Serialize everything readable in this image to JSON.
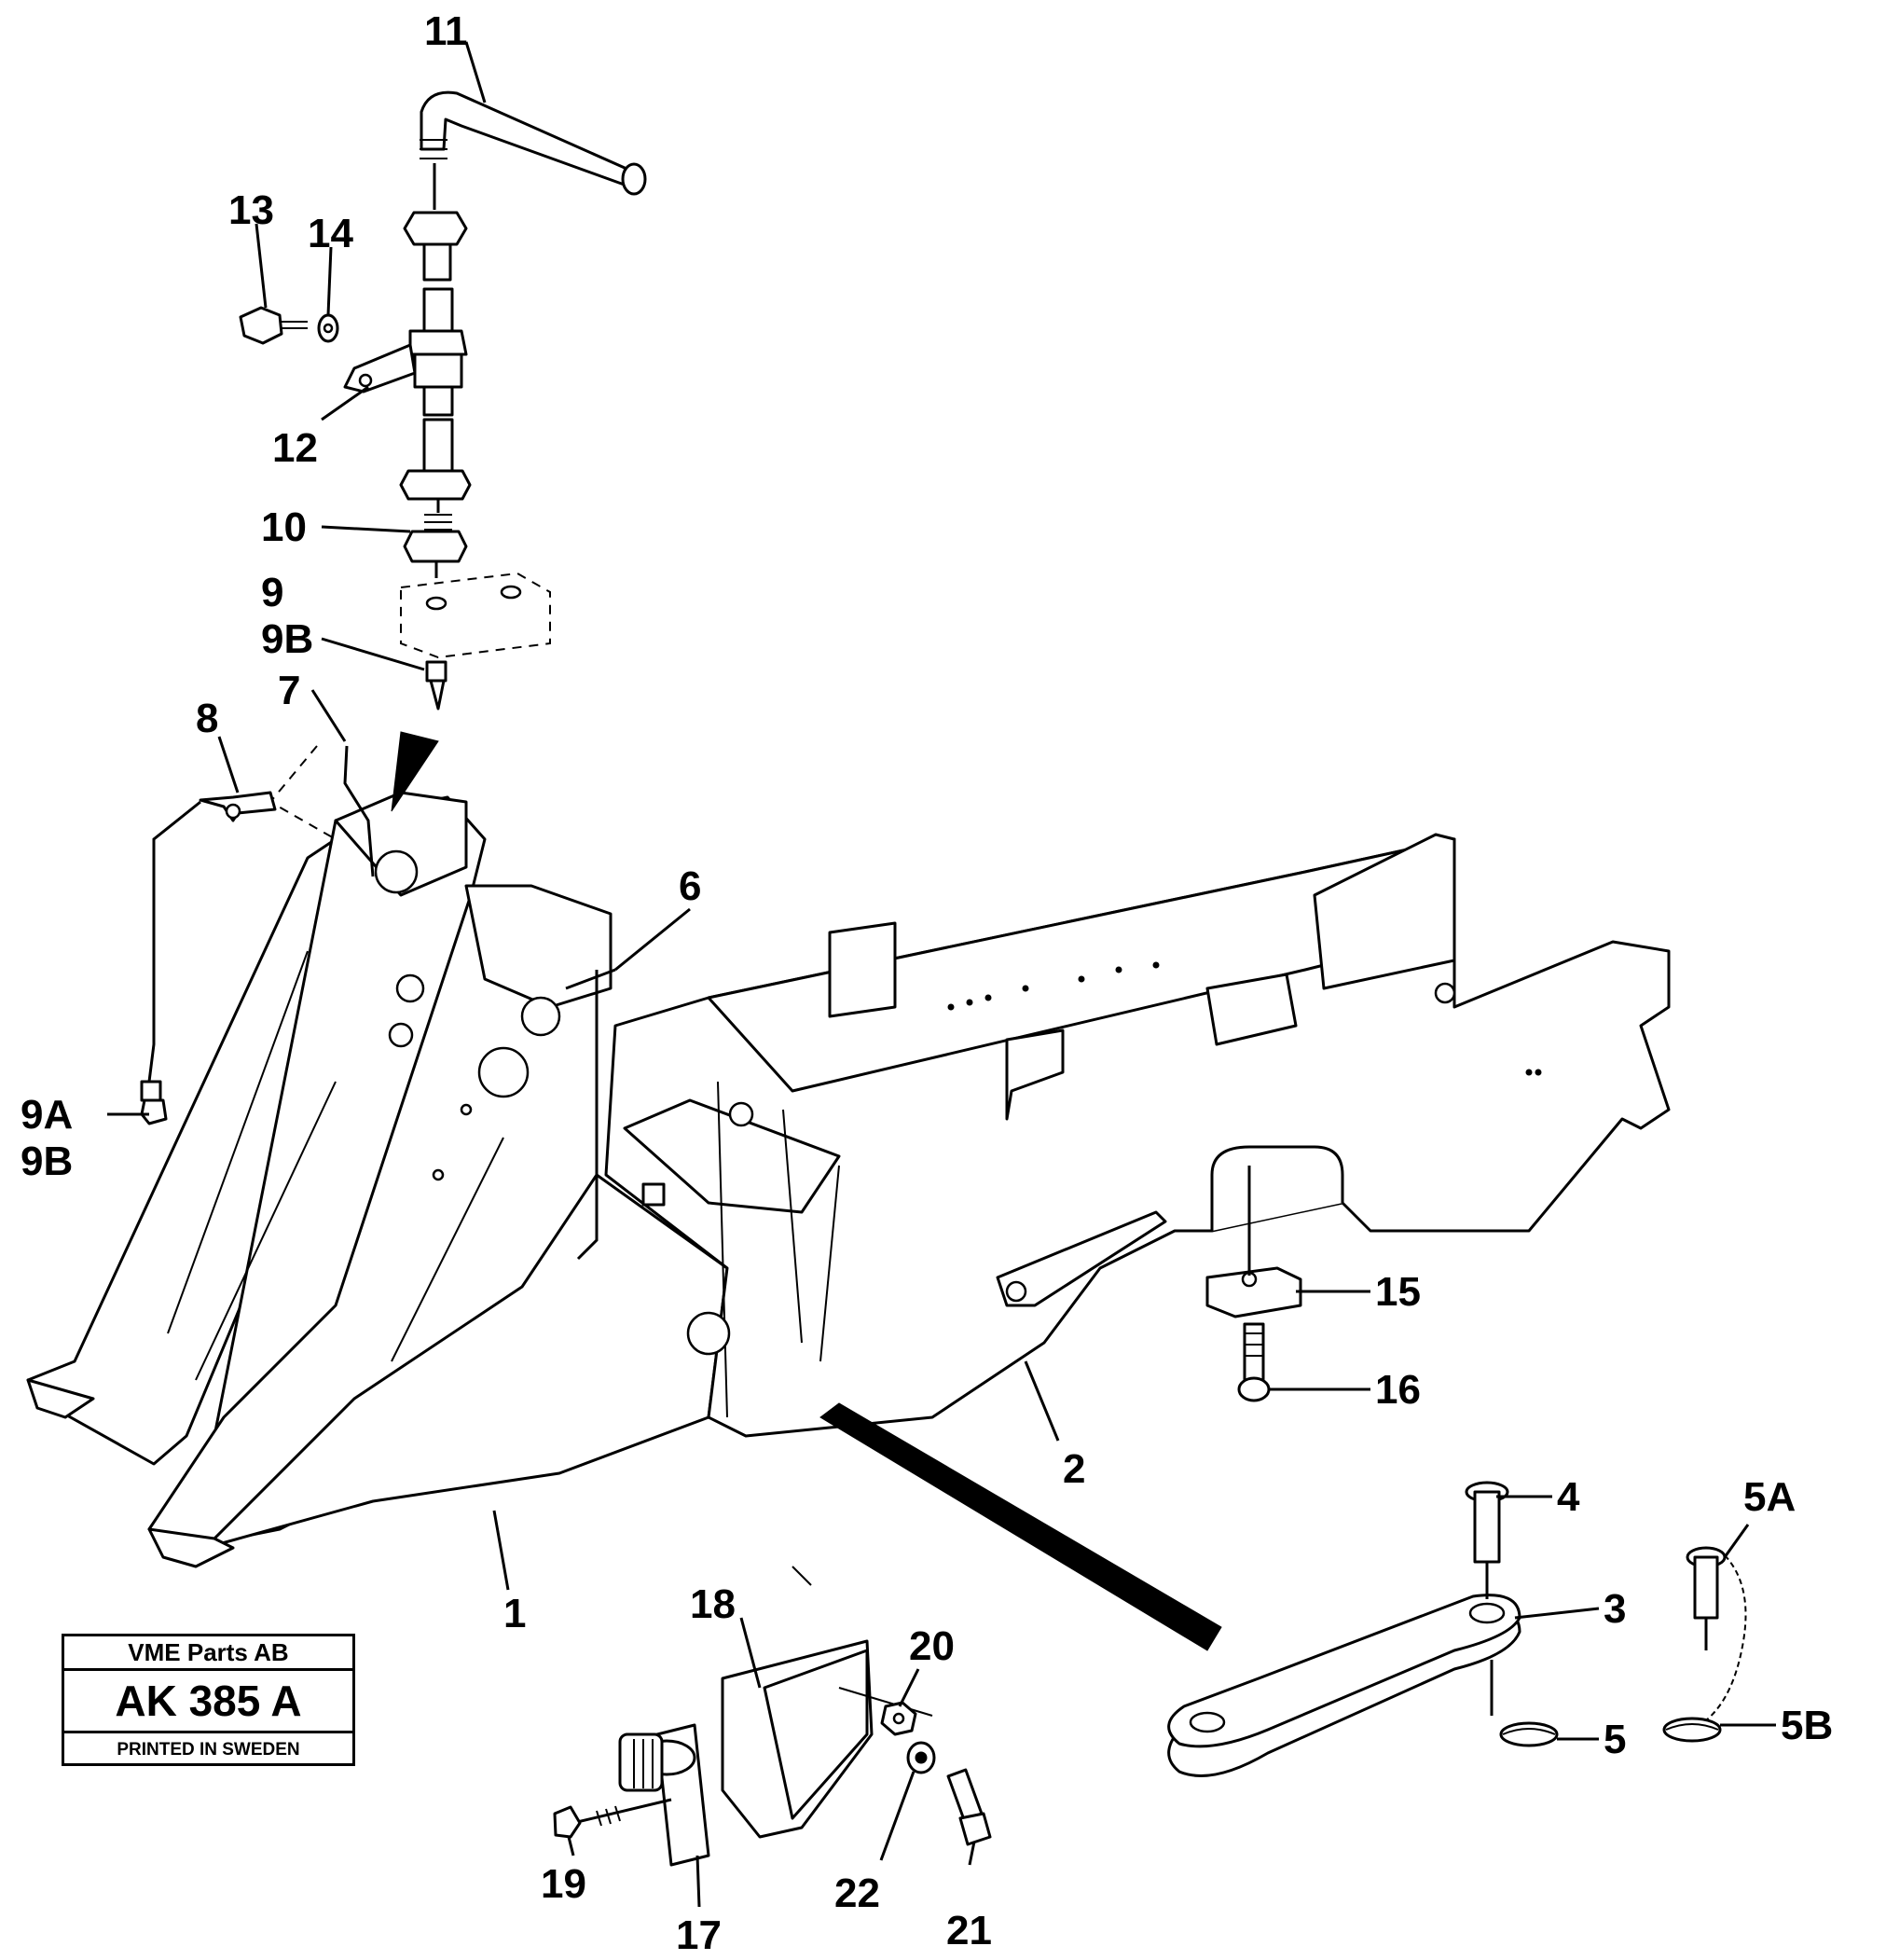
{
  "diagram": {
    "callouts": [
      {
        "id": "c1",
        "label": "1"
      },
      {
        "id": "c2",
        "label": "2"
      },
      {
        "id": "c3",
        "label": "3"
      },
      {
        "id": "c4",
        "label": "4"
      },
      {
        "id": "c5",
        "label": "5"
      },
      {
        "id": "c5a",
        "label": "5A"
      },
      {
        "id": "c5b",
        "label": "5B"
      },
      {
        "id": "c6",
        "label": "6"
      },
      {
        "id": "c7",
        "label": "7"
      },
      {
        "id": "c8",
        "label": "8"
      },
      {
        "id": "c9",
        "label": "9"
      },
      {
        "id": "c9b",
        "label": "9B"
      },
      {
        "id": "c9a2",
        "label": "9A"
      },
      {
        "id": "c9b2",
        "label": "9B"
      },
      {
        "id": "c10",
        "label": "10"
      },
      {
        "id": "c11",
        "label": "11"
      },
      {
        "id": "c12",
        "label": "12"
      },
      {
        "id": "c13",
        "label": "13"
      },
      {
        "id": "c14",
        "label": "14"
      },
      {
        "id": "c15",
        "label": "15"
      },
      {
        "id": "c16",
        "label": "16"
      },
      {
        "id": "c17",
        "label": "17"
      },
      {
        "id": "c18",
        "label": "18"
      },
      {
        "id": "c19",
        "label": "19"
      },
      {
        "id": "c20",
        "label": "20"
      },
      {
        "id": "c21",
        "label": "21"
      },
      {
        "id": "c22",
        "label": "22"
      }
    ]
  },
  "stamp": {
    "company": "VME Parts AB",
    "code": "AK 385 A",
    "printed": "PRINTED IN SWEDEN"
  }
}
